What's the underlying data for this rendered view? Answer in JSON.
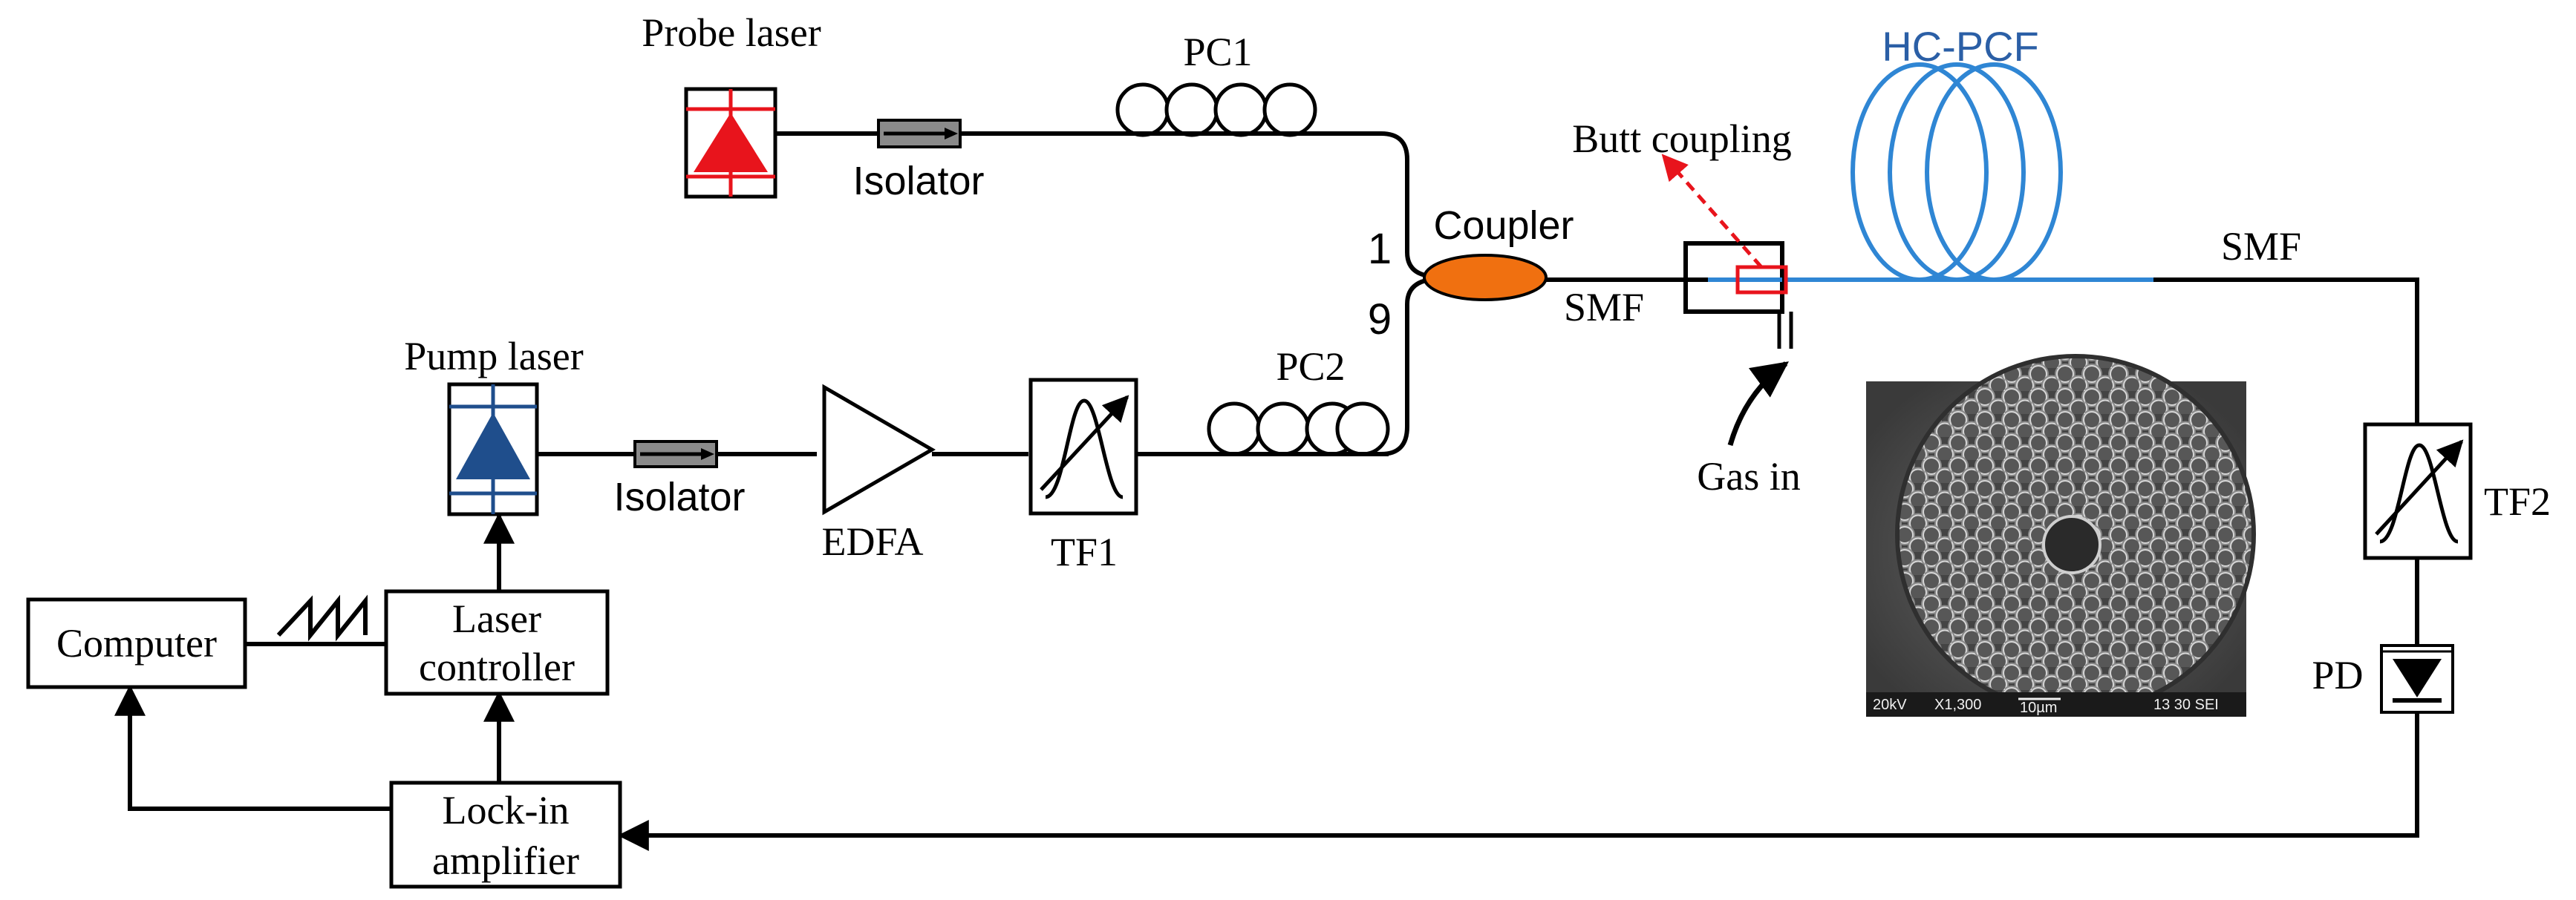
{
  "labels": {
    "probe_laser": "Probe laser",
    "pump_laser": "Pump laser",
    "isolator_top": "Isolator",
    "isolator_bottom": "Isolator",
    "pc1": "PC1",
    "pc2": "PC2",
    "coupler": "Coupler",
    "port_1": "1",
    "port_9": "9",
    "smf_left": "SMF",
    "smf_right": "SMF",
    "butt_coupling": "Butt coupling",
    "hc_pcf": "HC-PCF",
    "gas_in": "Gas in",
    "edfa": "EDFA",
    "tf1": "TF1",
    "tf2": "TF2",
    "pd": "PD",
    "computer": "Computer",
    "laser_controller_line1": "Laser",
    "laser_controller_line2": "controller",
    "lockin_line1": "Lock-in",
    "lockin_line2": "amplifier"
  },
  "sem_image": {
    "voltage": "20kV",
    "magnification": "X1,300",
    "scale": "10µm",
    "info": "13 30 SEI"
  },
  "colors": {
    "probe_laser": "#e8141c",
    "pump_laser": "#1f4e8c",
    "coupler": "#f07010",
    "hc_pcf": "#2f86d4",
    "butt_coupling_marker": "#e8141c",
    "isolator": "#8a8a8a"
  }
}
